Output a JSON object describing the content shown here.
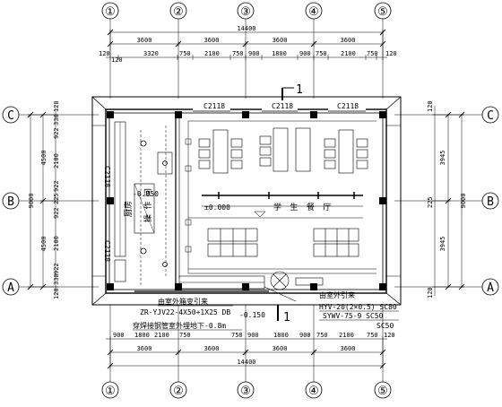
{
  "axes": {
    "top": [
      "①",
      "②",
      "③",
      "④",
      "⑤"
    ],
    "bottom": [
      "①",
      "②",
      "③",
      "④",
      "⑤"
    ],
    "left": [
      "C",
      "B",
      "A"
    ],
    "right": [
      "C",
      "B",
      "A"
    ]
  },
  "dims": {
    "total": "14400",
    "bays": [
      "3600",
      "3600",
      "3600",
      "3600"
    ],
    "top_sub": [
      "120",
      "120",
      "3320",
      "750",
      "2100",
      "750",
      "900",
      "1800",
      "900",
      "750",
      "2100",
      "750",
      "120"
    ],
    "bottom_sub": [
      "900",
      "1800",
      "2100",
      "750",
      "750",
      "900",
      "1800",
      "900",
      "750",
      "2100",
      "750",
      "120"
    ],
    "left_outer": [
      "4500",
      "4500"
    ],
    "left_total": "9000",
    "left_inner": [
      "120",
      "330",
      "922",
      "2100",
      "922",
      "225",
      "922",
      "2100",
      "922",
      "330",
      "120"
    ],
    "right_outer": [
      "3945",
      "3945"
    ],
    "right_total": "9000",
    "right_inner": [
      "120",
      "225",
      "120"
    ]
  },
  "labels": {
    "window_codes": [
      "C2118",
      "C2118",
      "C2118"
    ],
    "side_codes": [
      "C2118",
      "C2118"
    ],
    "level_left": "-0.050",
    "level_center": "±0.000",
    "level_bottom": "-0.150",
    "section_mark": "1",
    "room_dining": "学 生 餐 厅",
    "room_kitchen_a": "厨房",
    "room_kitchen_b": "操 作 间",
    "notes": [
      "由室外箱变引来",
      "ZR-YJV22-4X50+1X25 DB",
      "穿焊接钢管室外埋地下-0.8m",
      "由室外引来",
      "HYV-20(2×0.5) SC80",
      "SYWV-75-9 SC50",
      "SC50"
    ]
  }
}
